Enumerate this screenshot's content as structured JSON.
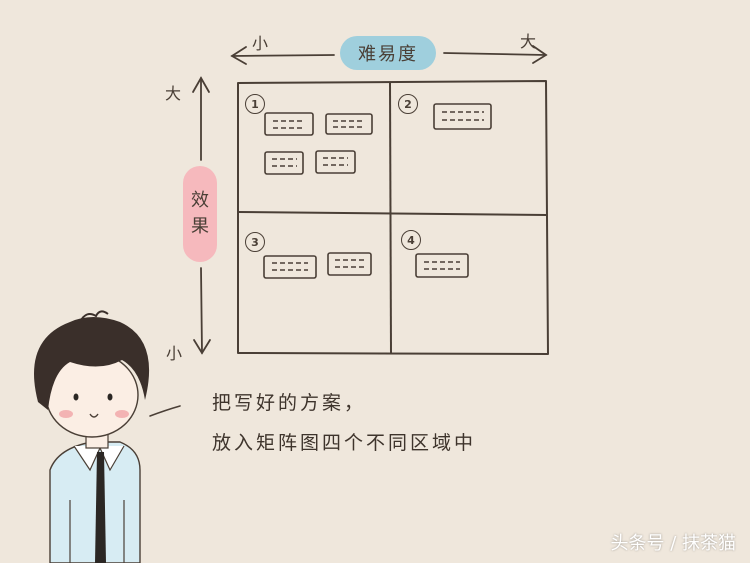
{
  "axes": {
    "x_label": "难易度",
    "y_label_1": "效",
    "y_label_2": "果",
    "x_small": "小",
    "x_large": "大",
    "y_large": "大",
    "y_small": "小"
  },
  "quadrants": [
    {
      "number": "1"
    },
    {
      "number": "2"
    },
    {
      "number": "3"
    },
    {
      "number": "4"
    }
  ],
  "caption": {
    "line1": "把写好的方案，",
    "line2": "放入矩阵图四个不同区域中"
  },
  "watermark": "头条号 / 抹茶猫",
  "colors": {
    "background": "#efe7dc",
    "x_pill": "#9fcfdd",
    "y_pill": "#f6b9bd",
    "ink": "#4a3f36"
  }
}
